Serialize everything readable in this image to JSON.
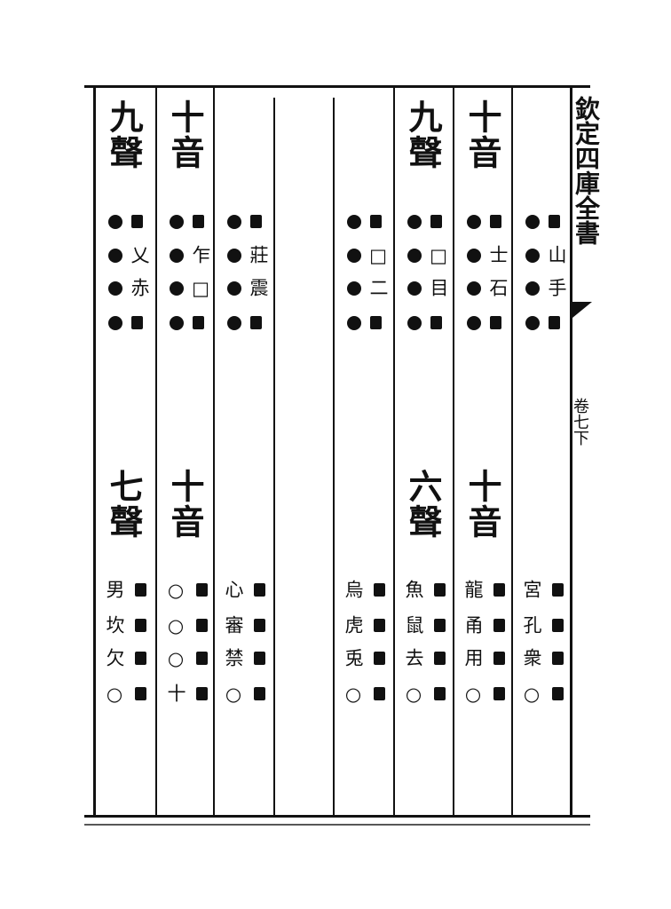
{
  "margin_title": "欽定四庫全書",
  "margin_volume": "卷七下",
  "columns": [
    {
      "id": "c1",
      "head": "",
      "upper": [],
      "lower_head": "",
      "lower": [
        "宮",
        "孔",
        "衆",
        "○"
      ]
    },
    {
      "id": "c2",
      "head": "十音",
      "upper": [
        "",
        "士",
        "石",
        ""
      ],
      "lower_head": "十音",
      "lower": [
        "龍",
        "甬",
        "用",
        "○"
      ]
    },
    {
      "id": "c3",
      "head": "九聲",
      "upper": [
        "",
        "□",
        "目",
        ""
      ],
      "lower_head": "六聲",
      "lower": [
        "魚",
        "鼠",
        "去",
        "○"
      ]
    },
    {
      "id": "c4",
      "head": "",
      "upper": [
        "",
        "□",
        "二",
        ""
      ],
      "lower_head": "",
      "lower": [
        "烏",
        "虎",
        "兎",
        "○"
      ]
    },
    {
      "id": "c5",
      "head": "",
      "upper": [
        "",
        "莊",
        "震",
        ""
      ],
      "lower_head": "",
      "lower": [
        "心",
        "審",
        "禁",
        "○"
      ]
    },
    {
      "id": "c6",
      "head": "十音",
      "upper": [
        "",
        "乍",
        "□",
        ""
      ],
      "lower_head": "十音",
      "lower": [
        "○",
        "○",
        "○",
        "十"
      ]
    },
    {
      "id": "c7",
      "head": "九聲",
      "upper": [
        "",
        "乂",
        "赤",
        ""
      ],
      "lower_head": "七聲",
      "lower": [
        "男",
        "坎",
        "欠",
        "○"
      ]
    }
  ],
  "col1_upper": [
    "",
    "山",
    "手",
    ""
  ]
}
